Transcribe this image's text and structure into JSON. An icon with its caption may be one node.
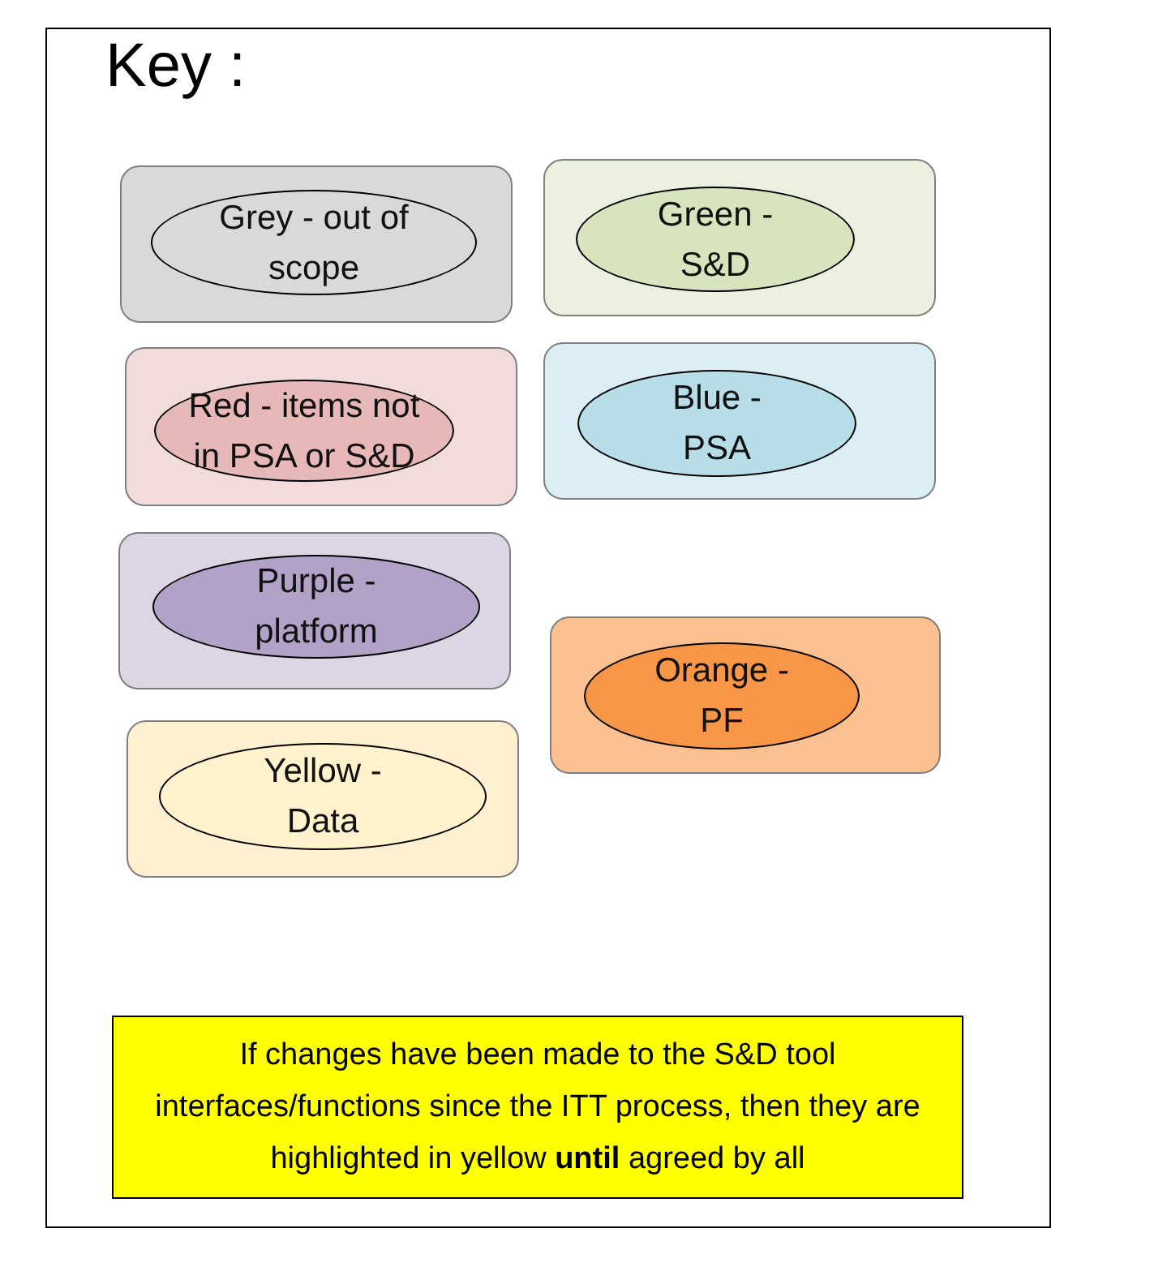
{
  "diagram": {
    "nodes": [
      {
        "text": [
          "Key :"
        ]
      },
      {
        "text": [],
        "shape": "box",
        "in": 0
      },
      {
        "text": [
          "Grey - out of scope"
        ],
        "in": 1
      },
      {
        "text": [],
        "shape": "box",
        "in": 0
      },
      {
        "text": [
          "Green - S&D"
        ],
        "in": 3
      },
      {
        "text": [],
        "shape": "box",
        "in": 0
      },
      {
        "text": [
          "Red - items not in PSA or S&D"
        ],
        "in": 5
      },
      {
        "text": [],
        "shape": "box",
        "in": 0
      },
      {
        "text": [
          "Blue - PSA"
        ],
        "in": 7
      },
      {
        "text": [],
        "shape": "box",
        "in": 0
      },
      {
        "text": [
          "Purple - platform"
        ],
        "in": 9
      },
      {
        "text": [],
        "shape": "box",
        "in": 0
      },
      {
        "text": [
          "Orange - PF"
        ],
        "in": 11
      },
      {
        "text": [],
        "shape": "box",
        "in": 0
      },
      {
        "text": [
          "Yellow - Data"
        ],
        "in": 13
      },
      {
        "text": [
          "If  changes have been made to the S&D tool interfaces/functions since the ITT process, then they are highlighted in yellow **until** agreed by all"
        ],
        "in": 0
      }
    ]
  }
}
